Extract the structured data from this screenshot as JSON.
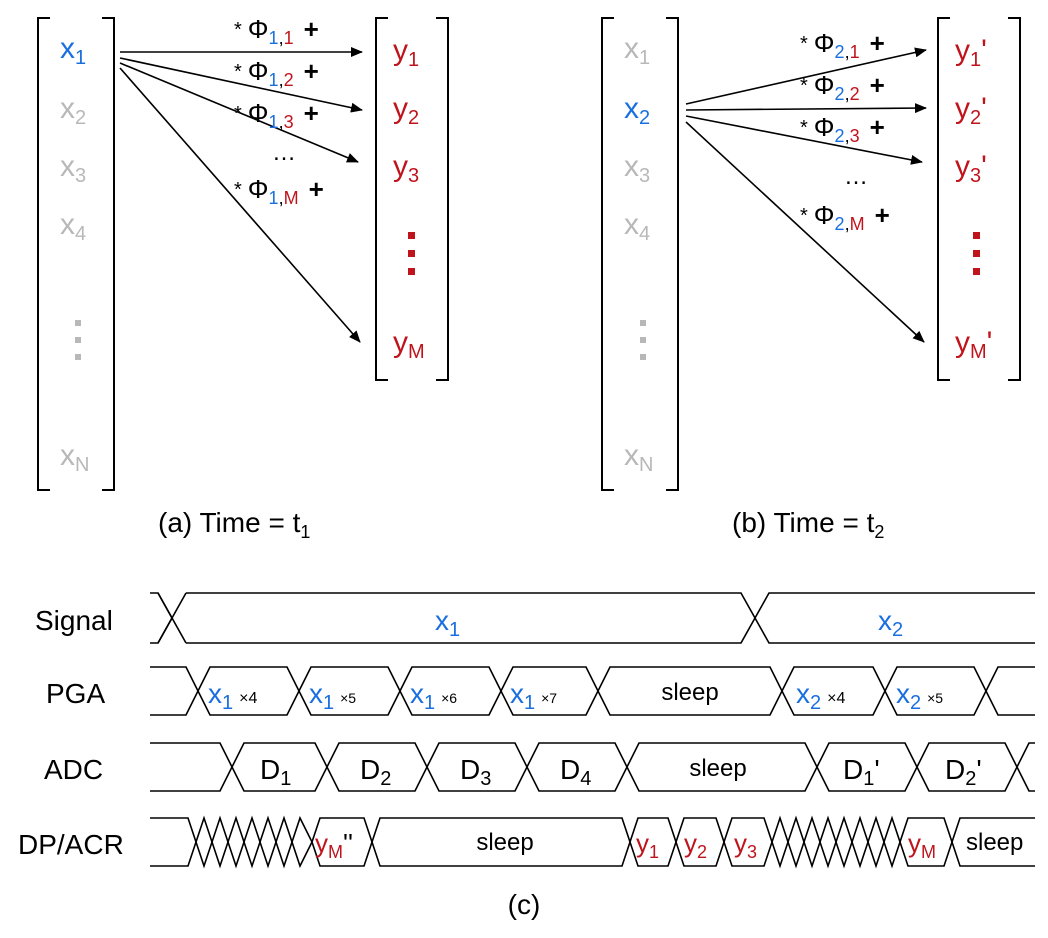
{
  "panel_a": {
    "x_vars": [
      "x",
      "x",
      "x",
      "x",
      "x"
    ],
    "x_subs": [
      "1",
      "2",
      "3",
      "4",
      "N"
    ],
    "y_vars": [
      "y",
      "y",
      "y",
      "y"
    ],
    "y_subs": [
      "1",
      "2",
      "3",
      "M"
    ],
    "coeff_star": "*",
    "coeff_phi": "Φ",
    "coeff_row": "1",
    "coeff_cols": [
      "1",
      "2",
      "3",
      "M"
    ],
    "comma": ",",
    "plus": "+",
    "ellipsis": "…",
    "caption": "(a) Time = t",
    "caption_sub": "1"
  },
  "panel_b": {
    "x_vars": [
      "x",
      "x",
      "x",
      "x",
      "x"
    ],
    "x_subs": [
      "1",
      "2",
      "3",
      "4",
      "N"
    ],
    "y_vars": [
      "y",
      "y",
      "y",
      "y"
    ],
    "y_subs": [
      "1",
      "2",
      "3",
      "M"
    ],
    "prime": "'",
    "coeff_star": "*",
    "coeff_phi": "Φ",
    "coeff_row": "2",
    "coeff_cols": [
      "1",
      "2",
      "3",
      "M"
    ],
    "comma": ",",
    "plus": "+",
    "ellipsis": "…",
    "caption": "(b) Time = t",
    "caption_sub": "2"
  },
  "timing": {
    "labels": [
      "Signal",
      "PGA",
      "ADC",
      "DP/ACR"
    ],
    "signal": {
      "x": "x",
      "s1": "1",
      "s2": "2"
    },
    "pga": {
      "x": "x",
      "items": [
        {
          "sub": "1",
          "gain": "×4"
        },
        {
          "sub": "1",
          "gain": "×5"
        },
        {
          "sub": "1",
          "gain": "×6"
        },
        {
          "sub": "1",
          "gain": "×7"
        },
        {
          "sub": "2",
          "gain": "×4"
        },
        {
          "sub": "2",
          "gain": "×5"
        }
      ],
      "sleep": "sleep"
    },
    "adc": {
      "d": "D",
      "items": [
        "1",
        "2",
        "3",
        "4"
      ],
      "items2": [
        "1",
        "2"
      ],
      "prime": "'",
      "sleep": "sleep"
    },
    "dp": {
      "y": "y",
      "ym_sub": "M",
      "dprime": "''",
      "sleep": "sleep",
      "subs": [
        "1",
        "2",
        "3",
        "M"
      ]
    },
    "caption": "(c)"
  },
  "colors": {
    "blue": "#1a6fe0",
    "red": "#c0141c",
    "gray": "#b8b8b8"
  }
}
